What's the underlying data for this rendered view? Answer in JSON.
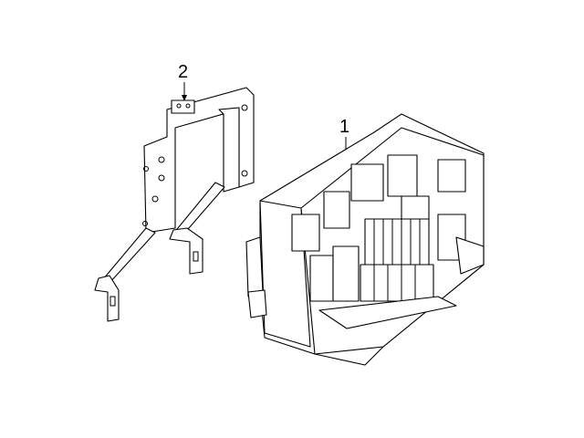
{
  "diagram": {
    "callouts": [
      {
        "label": "1",
        "part": "fuse-relay-box"
      },
      {
        "label": "2",
        "part": "mounting-bracket"
      }
    ],
    "line_color": "#000000",
    "background": "#ffffff"
  }
}
